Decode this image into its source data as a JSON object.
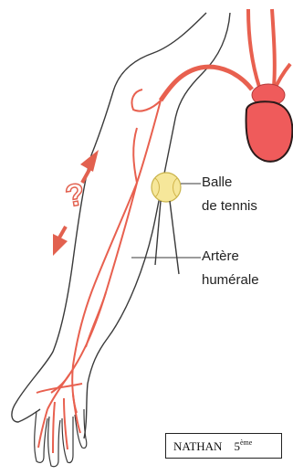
{
  "labels": {
    "ball_line1": "Balle",
    "ball_line2": "de tennis",
    "artery_line1": "Artère",
    "artery_line2": "humérale",
    "question_mark": "?"
  },
  "name_box": {
    "name": "NATHAN",
    "grade": "5",
    "grade_suffix": "ème"
  },
  "colors": {
    "artery": "#e8604f",
    "heart": "#ef5b5b",
    "outline": "#3a3a3a",
    "ball": "#f6e79a",
    "arrow": "#e2614f"
  }
}
